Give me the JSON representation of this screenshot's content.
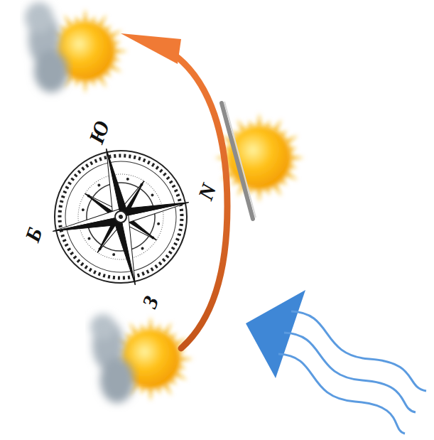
{
  "diagram": {
    "labels": [
      "Ю",
      "N",
      "Б",
      "З"
    ]
  }
}
